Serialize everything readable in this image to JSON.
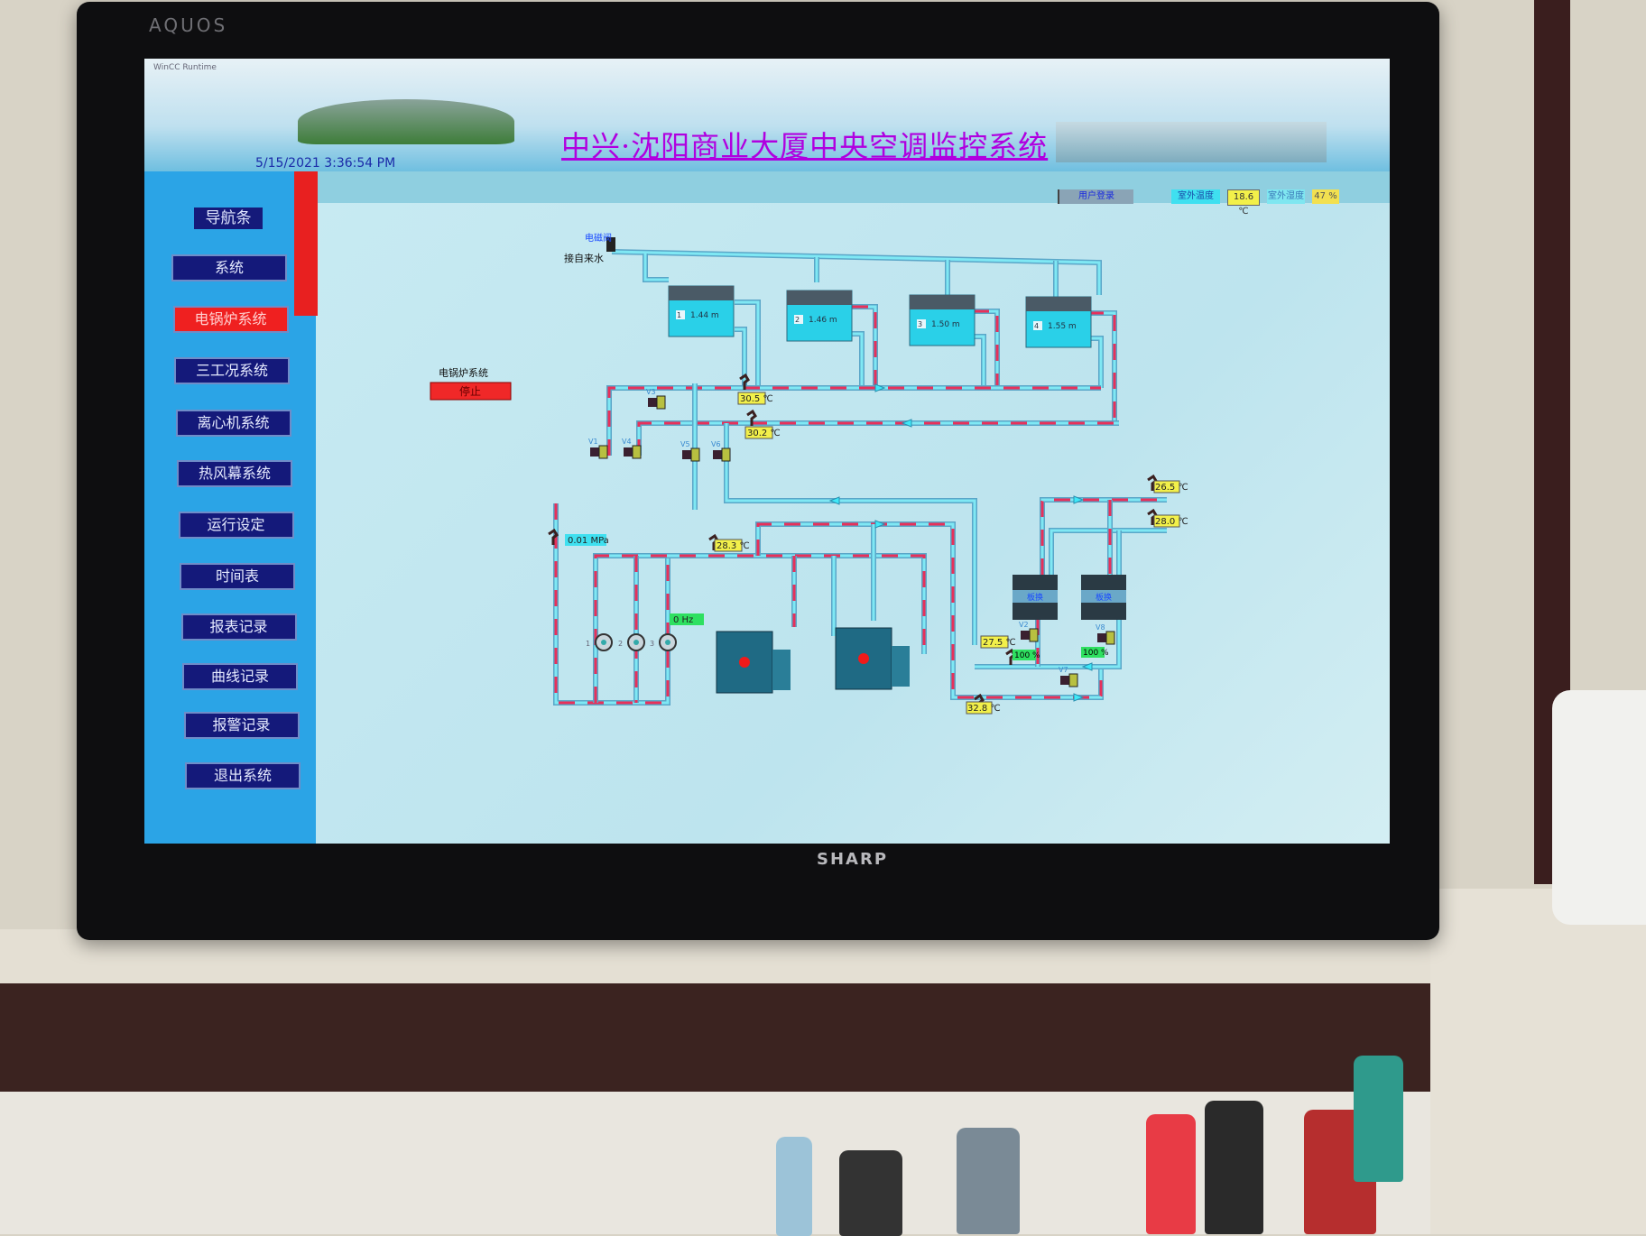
{
  "monitor": {
    "brand_top": "AQUOS",
    "brand_bottom": "SHARP"
  },
  "window": {
    "runtime_label": "WinCC Runtime"
  },
  "header": {
    "title": "中兴·沈阳商业大厦中央空调监控系统",
    "datetime": "5/15/2021 3:36:54 PM",
    "login_button": "用户登录",
    "outdoor_temp_label": "室外温度",
    "outdoor_temp_value": "18.6 ℃",
    "outdoor_humidity_label": "室外湿度",
    "outdoor_humidity_value": "47 %"
  },
  "sidebar": {
    "title": "导航条",
    "items": [
      {
        "label": "系统",
        "active": false
      },
      {
        "label": "电锅炉系统",
        "active": true
      },
      {
        "label": "三工况系统",
        "active": false
      },
      {
        "label": "离心机系统",
        "active": false
      },
      {
        "label": "热风幕系统",
        "active": false
      },
      {
        "label": "运行设定",
        "active": false
      },
      {
        "label": "时间表",
        "active": false
      },
      {
        "label": "报表记录",
        "active": false
      },
      {
        "label": "曲线记录",
        "active": false
      },
      {
        "label": "报警记录",
        "active": false
      },
      {
        "label": "退出系统",
        "active": false
      }
    ]
  },
  "diagram": {
    "system_label": "电锅炉系统",
    "system_status": "停止",
    "solenoid_valve": "电磁阀",
    "water_source": "接自来水",
    "tanks": [
      {
        "id": "1",
        "level": "1.44 m"
      },
      {
        "id": "2",
        "level": "1.46 m"
      },
      {
        "id": "3",
        "level": "1.50 m"
      },
      {
        "id": "4",
        "level": "1.55 m"
      }
    ],
    "temps": {
      "t1": "30.5 ℃",
      "t2": "30.2 ℃",
      "t3": "28.3 ℃",
      "t4": "26.5 ℃",
      "t5": "28.0 ℃",
      "t6": "27.5 ℃",
      "t7": "32.8 ℃"
    },
    "pressure": "0.01 MPa",
    "pump_freq": "0 Hz",
    "valves": [
      "V1",
      "V4",
      "V5",
      "V6",
      "V3",
      "V2",
      "V8",
      "V7"
    ],
    "pumps": [
      "1",
      "2",
      "3"
    ],
    "heat_exchanger_label": "板换",
    "hx_valve_open": [
      "100 %",
      "100 %"
    ]
  },
  "colors": {
    "sidebar": "#2ba4e6",
    "nav_button": "#14197a",
    "active": "#ef2020",
    "pipe": "#39d5ee",
    "hot": "#e8305a",
    "label_yellow": "#f2f04a",
    "label_green": "#2ee060"
  }
}
